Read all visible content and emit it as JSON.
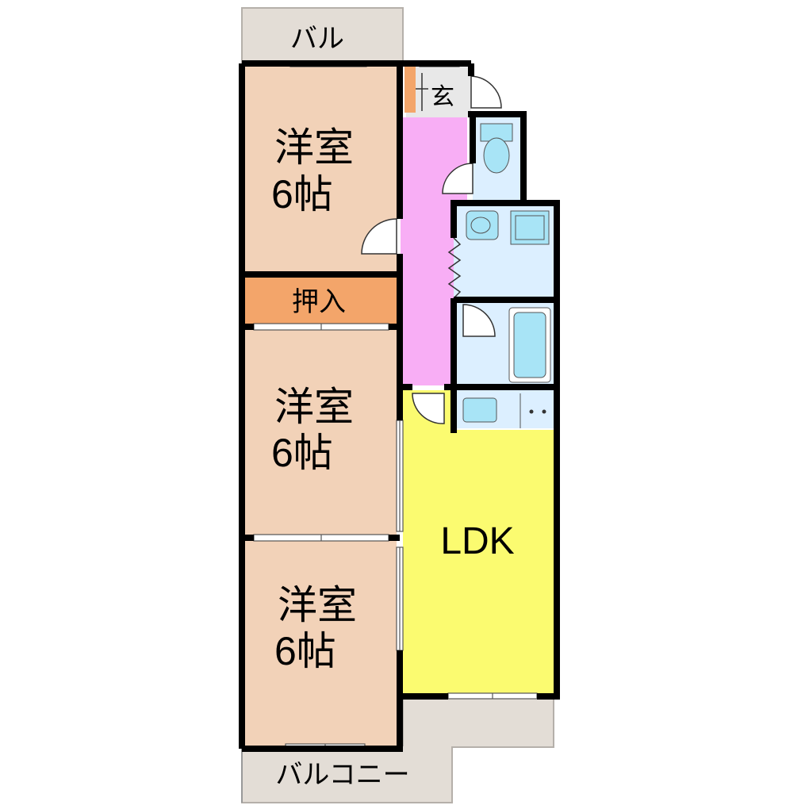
{
  "rooms": {
    "balcony_top": {
      "label": "バル"
    },
    "western_room_1": {
      "label_line1": "洋室",
      "label_line2": "6帖"
    },
    "closet": {
      "label": "押入"
    },
    "western_room_2": {
      "label_line1": "洋室",
      "label_line2": "6帖"
    },
    "western_room_3": {
      "label_line1": "洋室",
      "label_line2": "6帖"
    },
    "entrance": {
      "label": "玄"
    },
    "ldk": {
      "label": "LDK"
    },
    "balcony_bottom": {
      "label": "バルコニー"
    }
  },
  "colors": {
    "bedroom": "#f2d2b8",
    "closet": "#f3a56a",
    "hallway": "#f8aef5",
    "ldk": "#fbfb70",
    "wet_area": "#dcefff",
    "balcony": "#e3ddd6",
    "fixture": "#a8e4f6",
    "wall": "#000000"
  }
}
